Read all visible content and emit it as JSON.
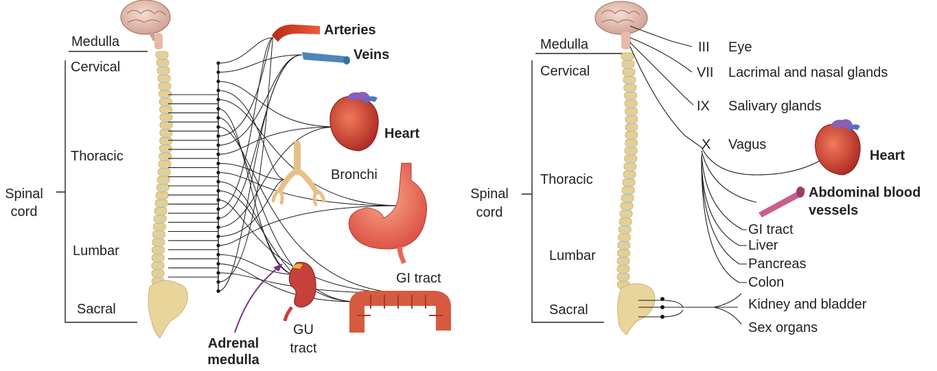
{
  "left": {
    "spinal_cord": [
      "Spinal",
      "cord"
    ],
    "regions": {
      "medulla": "Medulla",
      "cervical": "Cervical",
      "thoracic": "Thoracic",
      "lumbar": "Lumbar",
      "sacral": "Sacral"
    },
    "targets": {
      "arteries": "Arteries",
      "veins": "Veins",
      "heart": "Heart",
      "bronchi": "Bronchi",
      "gi_tract": "GI tract",
      "gu_tract": [
        "GU",
        "tract"
      ],
      "adrenal_medulla": [
        "Adrenal",
        "medulla"
      ]
    }
  },
  "right": {
    "spinal_cord": [
      "Spinal",
      "cord"
    ],
    "regions": {
      "medulla": "Medulla",
      "cervical": "Cervical",
      "thoracic": "Thoracic",
      "lumbar": "Lumbar",
      "sacral": "Sacral"
    },
    "cranial_nerves": [
      {
        "numeral": "III",
        "target": "Eye"
      },
      {
        "numeral": "VII",
        "target": "Lacrimal and nasal glands"
      },
      {
        "numeral": "IX",
        "target": "Salivary glands"
      },
      {
        "numeral": "X",
        "target": "Vagus"
      }
    ],
    "vagus_targets": {
      "heart": "Heart",
      "abdominal_blood_vessels": [
        "Abdominal blood",
        "vessels"
      ],
      "gi_tract": "GI tract",
      "liver": "Liver",
      "pancreas": "Pancreas",
      "colon": "Colon"
    },
    "sacral_targets": {
      "kidney_bladder": "Kidney and bladder",
      "sex_organs": "Sex organs"
    }
  },
  "colors": {
    "artery": "#d63a20",
    "vein": "#4f86b8",
    "heart": "#c9302c",
    "stomach": "#e8665a",
    "bronchi": "#e7c088",
    "vertebra": "#e6cf92",
    "sacrum": "#e9d49a",
    "brain": "#e9c3b4",
    "kidney": "#c8403a",
    "adrenal_arrow": "#7b2d8e",
    "vessel": "#c7608f",
    "nerve": "#1a1a1a"
  }
}
